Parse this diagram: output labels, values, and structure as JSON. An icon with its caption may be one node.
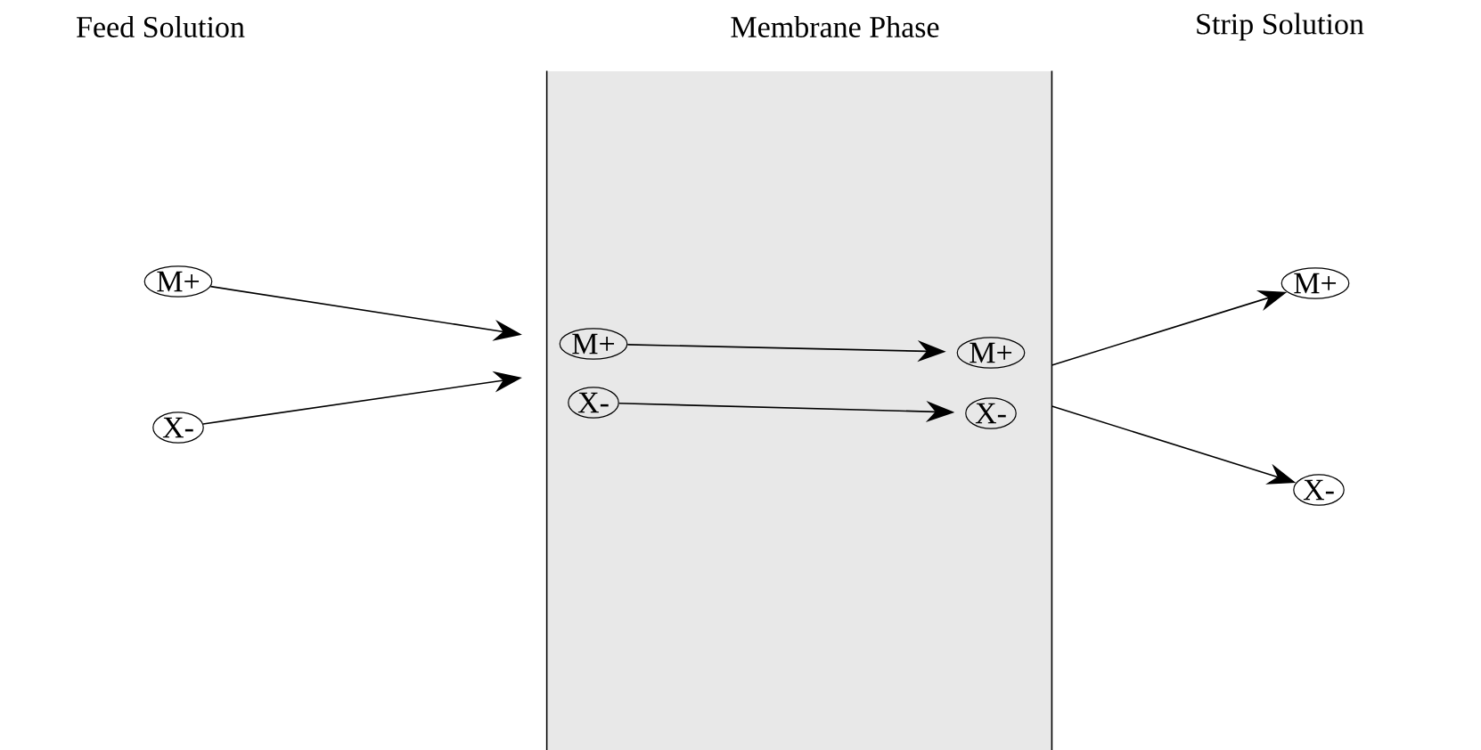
{
  "diagram": {
    "nodes": [
      {
        "text": [
          "Membrane Phase"
        ]
      },
      {
        "text": [
          "M+"
        ]
      },
      {
        "text": [
          "X-"
        ]
      },
      {
        "text": [
          "M+"
        ],
        "in": 0
      },
      {
        "text": [
          "X-"
        ],
        "in": 0
      },
      {
        "text": [
          "M+"
        ],
        "in": 0
      },
      {
        "text": [
          "X-"
        ],
        "in": 0
      },
      {
        "text": [
          "M+"
        ]
      },
      {
        "text": [
          "X-"
        ]
      }
    ],
    "edges": [
      {
        "from": 1,
        "to": 0,
        "arrow": "to"
      },
      {
        "from": 2,
        "to": 0,
        "arrow": "to"
      },
      {
        "from": 3,
        "to": 5,
        "arrow": "to"
      },
      {
        "from": 4,
        "to": 6,
        "arrow": "to"
      },
      {
        "from": 0,
        "to": 7,
        "arrow": "to"
      },
      {
        "from": 0,
        "to": 8,
        "arrow": "to"
      }
    ],
    "labels": [
      "Feed Solution",
      "Strip Solution"
    ]
  }
}
